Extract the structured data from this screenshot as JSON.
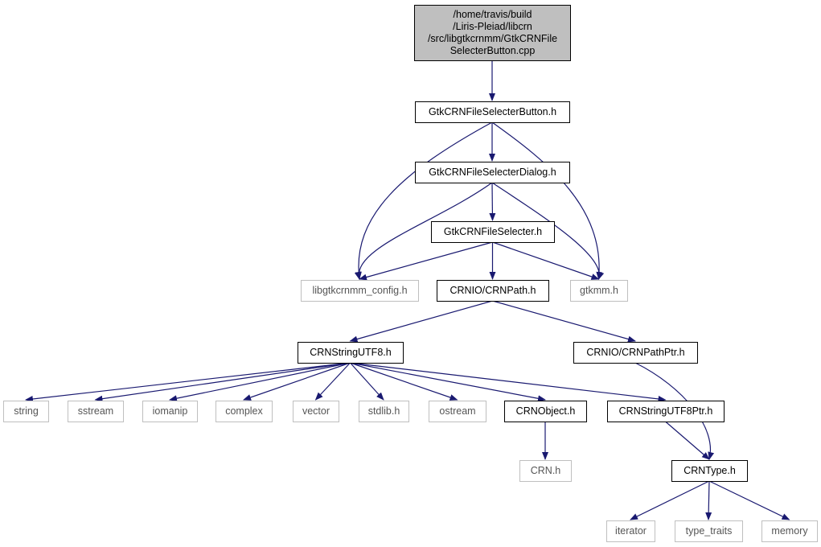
{
  "colors": {
    "edge": "#191970",
    "root_fill": "#bfbfbf",
    "node_border": "#000000",
    "external_border": "#bfbfbf",
    "background": "#ffffff"
  },
  "nodes": [
    {
      "id": "root",
      "kind": "root",
      "lines": [
        "/home/travis/build",
        "/Liris-Pleiad/libcrn",
        "/src/libgtkcrnmm/GtkCRNFile",
        "SelecterButton.cpp"
      ]
    },
    {
      "id": "btn",
      "kind": "local",
      "lines": [
        "GtkCRNFileSelecterButton.h"
      ]
    },
    {
      "id": "dlg",
      "kind": "local",
      "lines": [
        "GtkCRNFileSelecterDialog.h"
      ]
    },
    {
      "id": "sel",
      "kind": "local",
      "lines": [
        "GtkCRNFileSelecter.h"
      ]
    },
    {
      "id": "cfg",
      "kind": "external",
      "lines": [
        "libgtkcrnmm_config.h"
      ]
    },
    {
      "id": "path",
      "kind": "local",
      "lines": [
        "CRNIO/CRNPath.h"
      ]
    },
    {
      "id": "gtkmm",
      "kind": "external",
      "lines": [
        "gtkmm.h"
      ]
    },
    {
      "id": "utf8",
      "kind": "local",
      "lines": [
        "CRNStringUTF8.h"
      ]
    },
    {
      "id": "pathptr",
      "kind": "local",
      "lines": [
        "CRNIO/CRNPathPtr.h"
      ]
    },
    {
      "id": "string",
      "kind": "external",
      "lines": [
        "string"
      ]
    },
    {
      "id": "sstream",
      "kind": "external",
      "lines": [
        "sstream"
      ]
    },
    {
      "id": "iomanip",
      "kind": "external",
      "lines": [
        "iomanip"
      ]
    },
    {
      "id": "complex",
      "kind": "external",
      "lines": [
        "complex"
      ]
    },
    {
      "id": "vector",
      "kind": "external",
      "lines": [
        "vector"
      ]
    },
    {
      "id": "stdlib",
      "kind": "external",
      "lines": [
        "stdlib.h"
      ]
    },
    {
      "id": "ostream",
      "kind": "external",
      "lines": [
        "ostream"
      ]
    },
    {
      "id": "object",
      "kind": "local",
      "lines": [
        "CRNObject.h"
      ]
    },
    {
      "id": "utf8ptr",
      "kind": "local",
      "lines": [
        "CRNStringUTF8Ptr.h"
      ]
    },
    {
      "id": "crn",
      "kind": "external",
      "lines": [
        "CRN.h"
      ]
    },
    {
      "id": "type",
      "kind": "local",
      "lines": [
        "CRNType.h"
      ]
    },
    {
      "id": "iterator",
      "kind": "external",
      "lines": [
        "iterator"
      ]
    },
    {
      "id": "traits",
      "kind": "external",
      "lines": [
        "type_traits"
      ]
    },
    {
      "id": "memory",
      "kind": "external",
      "lines": [
        "memory"
      ]
    }
  ],
  "edges": [
    {
      "from": "root",
      "to": "btn"
    },
    {
      "from": "btn",
      "to": "dlg"
    },
    {
      "from": "btn",
      "to": "cfg"
    },
    {
      "from": "btn",
      "to": "gtkmm"
    },
    {
      "from": "dlg",
      "to": "sel"
    },
    {
      "from": "dlg",
      "to": "cfg"
    },
    {
      "from": "dlg",
      "to": "gtkmm"
    },
    {
      "from": "sel",
      "to": "cfg"
    },
    {
      "from": "sel",
      "to": "path"
    },
    {
      "from": "sel",
      "to": "gtkmm"
    },
    {
      "from": "path",
      "to": "utf8"
    },
    {
      "from": "path",
      "to": "pathptr"
    },
    {
      "from": "utf8",
      "to": "string"
    },
    {
      "from": "utf8",
      "to": "sstream"
    },
    {
      "from": "utf8",
      "to": "iomanip"
    },
    {
      "from": "utf8",
      "to": "complex"
    },
    {
      "from": "utf8",
      "to": "vector"
    },
    {
      "from": "utf8",
      "to": "stdlib"
    },
    {
      "from": "utf8",
      "to": "ostream"
    },
    {
      "from": "utf8",
      "to": "object"
    },
    {
      "from": "utf8",
      "to": "utf8ptr"
    },
    {
      "from": "object",
      "to": "crn"
    },
    {
      "from": "utf8ptr",
      "to": "type"
    },
    {
      "from": "pathptr",
      "to": "type"
    },
    {
      "from": "type",
      "to": "iterator"
    },
    {
      "from": "type",
      "to": "traits"
    },
    {
      "from": "type",
      "to": "memory"
    }
  ]
}
